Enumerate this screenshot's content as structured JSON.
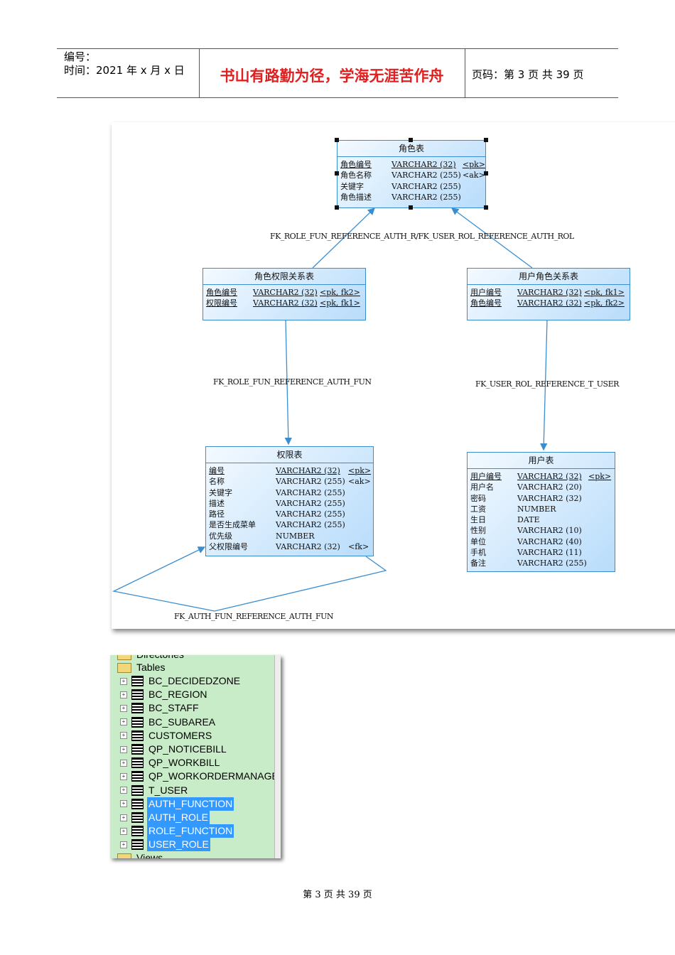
{
  "header": {
    "number_label": "编号：",
    "time_label": "时间：2021 年 x 月 x 日",
    "motto": "书山有路勤为径，学海无涯苦作舟",
    "page_label": "页码：第 3 页  共 39 页"
  },
  "diagram": {
    "tables": [
      {
        "title": "角色表",
        "rows": [
          [
            "角色编号",
            "VARCHAR2 (32)",
            "<pk>"
          ],
          [
            "角色名称",
            "VARCHAR2 (255)",
            "<ak>"
          ],
          [
            "关键字",
            "VARCHAR2 (255)",
            ""
          ],
          [
            "角色描述",
            "VARCHAR2 (255)",
            ""
          ]
        ]
      },
      {
        "title": "角色权限关系表",
        "rows": [
          [
            "角色编号",
            "VARCHAR2 (32)",
            "<pk, fk2>"
          ],
          [
            "权限编号",
            "VARCHAR2 (32)",
            "<pk, fk1>"
          ]
        ]
      },
      {
        "title": "用户角色关系表",
        "rows": [
          [
            "用户编号",
            "VARCHAR2 (32)",
            "<pk, fk1>"
          ],
          [
            "角色编号",
            "VARCHAR2 (32)",
            "<pk, fk2>"
          ]
        ]
      },
      {
        "title": "权限表",
        "rows": [
          [
            "编号",
            "VARCHAR2 (32)",
            "<pk>"
          ],
          [
            "名称",
            "VARCHAR2 (255)",
            "<ak>"
          ],
          [
            "关键字",
            "VARCHAR2 (255)",
            ""
          ],
          [
            "描述",
            "VARCHAR2 (255)",
            ""
          ],
          [
            "路径",
            "VARCHAR2 (255)",
            ""
          ],
          [
            "是否生成菜单",
            "VARCHAR2 (255)",
            ""
          ],
          [
            "优先级",
            "NUMBER",
            ""
          ],
          [
            "父权限编号",
            "VARCHAR2 (32)",
            "<fk>"
          ]
        ]
      },
      {
        "title": "用户表",
        "rows": [
          [
            "用户编号",
            "VARCHAR2 (32)",
            "<pk>"
          ],
          [
            "用户名",
            "VARCHAR2 (20)",
            ""
          ],
          [
            "密码",
            "VARCHAR2 (32)",
            ""
          ],
          [
            "工资",
            "NUMBER",
            ""
          ],
          [
            "生日",
            "DATE",
            ""
          ],
          [
            "性别",
            "VARCHAR2 (10)",
            ""
          ],
          [
            "单位",
            "VARCHAR2 (40)",
            ""
          ],
          [
            "手机",
            "VARCHAR2 (11)",
            ""
          ],
          [
            "备注",
            "VARCHAR2 (255)",
            ""
          ]
        ]
      }
    ],
    "relations": {
      "top": "FK_ROLE_FUN_REFERENCE_AUTH_R/FK_USER_ROL_REFERENCE_AUTH_ROL",
      "left": "FK_ROLE_FUN_REFERENCE_AUTH_FUN",
      "right": "FK_USER_ROL_REFERENCE_T_USER",
      "self": "FK_AUTH_FUN_REFERENCE_AUTH_FUN"
    },
    "line_color": "#3a8ed0"
  },
  "tree": {
    "top_folder": "Directories",
    "folder": "Tables",
    "bottom_folder": "Views",
    "items": [
      "BC_DECIDEDZONE",
      "BC_REGION",
      "BC_STAFF",
      "BC_SUBAREA",
      "CUSTOMERS",
      "QP_NOTICEBILL",
      "QP_WORKBILL",
      "QP_WORKORDERMANAGE",
      "T_USER",
      "AUTH_FUNCTION",
      "AUTH_ROLE",
      "ROLE_FUNCTION",
      "USER_ROLE"
    ],
    "selected": [
      "AUTH_FUNCTION",
      "AUTH_ROLE",
      "ROLE_FUNCTION",
      "USER_ROLE"
    ],
    "selection_color": "#3399ff"
  },
  "footer": {
    "text": "第 3 页 共 39 页"
  }
}
